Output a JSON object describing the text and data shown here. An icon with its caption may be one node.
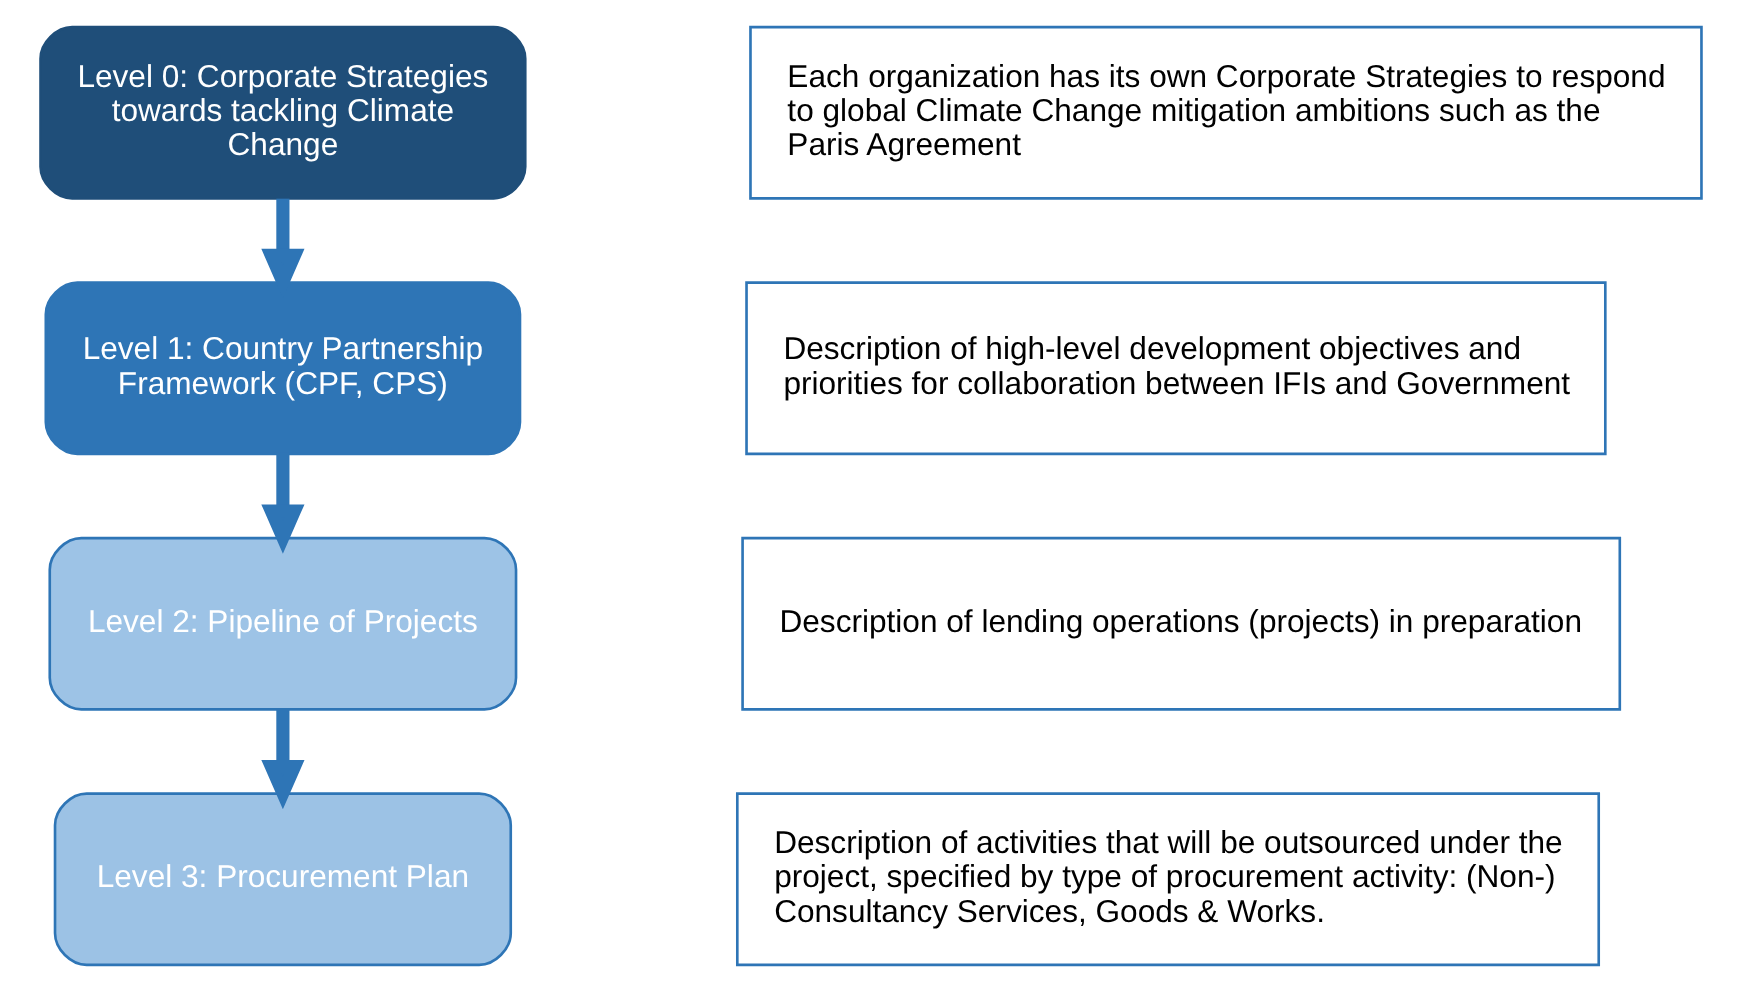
{
  "diagram": {
    "nodes": [
      {
        "text": [
          "Level 0: Corporate Strategies towards tackling Climate Change"
        ]
      },
      {
        "text": [
          "Each organization has its own Corporate Strategies to respond to global Climate Change mitigation ambitions such as the Paris Agreement"
        ]
      },
      {
        "text": [
          "Level 1: Country Partnership Framework (CPF, CPS)"
        ]
      },
      {
        "text": [
          "Description of high-level development objectives and priorities for collaboration between IFIs and Government"
        ]
      },
      {
        "text": [
          "Level 2: Pipeline of Projects"
        ]
      },
      {
        "text": [
          "Description of lending operations (projects) in preparation"
        ]
      },
      {
        "text": [
          "Level 3: Procurement Plan"
        ]
      },
      {
        "text": [
          "Description of activities that will be outsourced under the project, specified by type of procurement activity: (Non-) Consultancy Services, Goods & Works."
        ]
      }
    ],
    "edges": [
      {
        "from": 0,
        "to": 2,
        "arrow": "to"
      },
      {
        "from": 2,
        "to": 4,
        "arrow": "to"
      },
      {
        "from": 4,
        "to": 6,
        "arrow": "to"
      }
    ]
  }
}
